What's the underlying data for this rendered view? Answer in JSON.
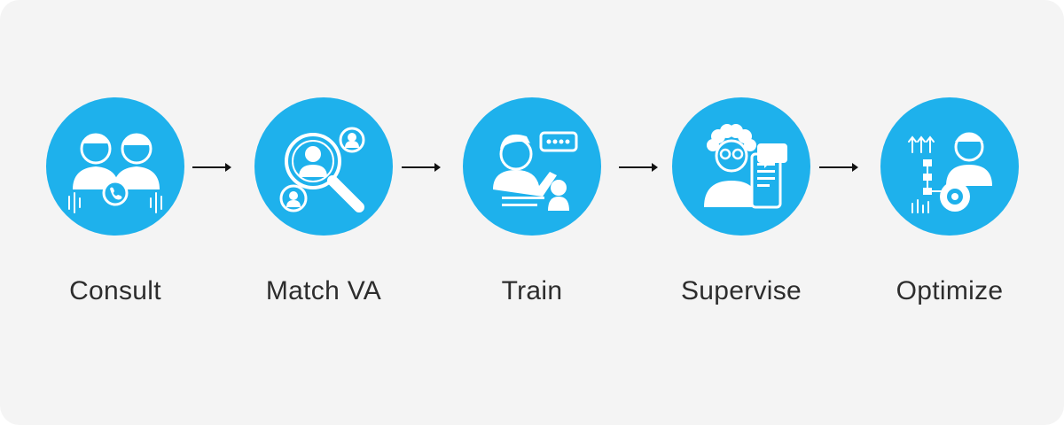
{
  "colors": {
    "background": "#f4f4f4",
    "circle": "#1eb1ec",
    "icon": "#ffffff",
    "label": "#2d2d2d",
    "arrow": "#111111"
  },
  "steps": [
    {
      "label": "Consult",
      "icon": "consultation-icon"
    },
    {
      "label": "Match VA",
      "icon": "search-match-icon"
    },
    {
      "label": "Train",
      "icon": "training-icon"
    },
    {
      "label": "Supervise",
      "icon": "supervise-icon"
    },
    {
      "label": "Optimize",
      "icon": "optimize-icon"
    }
  ]
}
